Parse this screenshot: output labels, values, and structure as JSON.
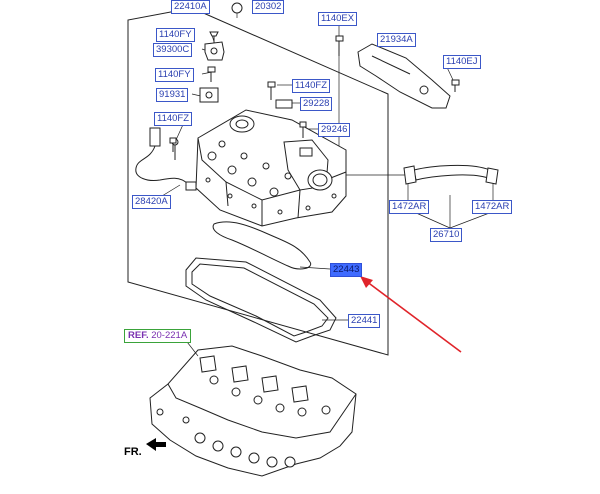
{
  "labels": {
    "l_22410A": "22410A",
    "l_20302": "20302",
    "l_1140FY_a": "1140FY",
    "l_39300C": "39300C",
    "l_1140FY_b": "1140FY",
    "l_91931": "91931",
    "l_1140FZ_a": "1140FZ",
    "l_28420A": "28420A",
    "l_1140EX": "1140EX",
    "l_21934A": "21934A",
    "l_1140EJ": "1140EJ",
    "l_1140FZ_b": "1140FZ",
    "l_29228": "29228",
    "l_29246": "29246",
    "l_1472AR_a": "1472AR",
    "l_1472AR_b": "1472AR",
    "l_26710": "26710",
    "l_22443": "22443",
    "l_22441": "22441"
  },
  "ref": {
    "tag": "REF.",
    "code": "20-221A"
  },
  "fr": {
    "label": "FR."
  },
  "colors": {
    "label_border": "#3b57c8",
    "label_text": "#2a3fb0",
    "highlight": "#3f6bff",
    "arrow": "#e0242a",
    "ref_border": "#3aa33a",
    "ref_text": "#7a2fb0"
  },
  "icons": {
    "arrow": "red-pointer-arrow",
    "front": "front-direction-arrow-icon"
  }
}
